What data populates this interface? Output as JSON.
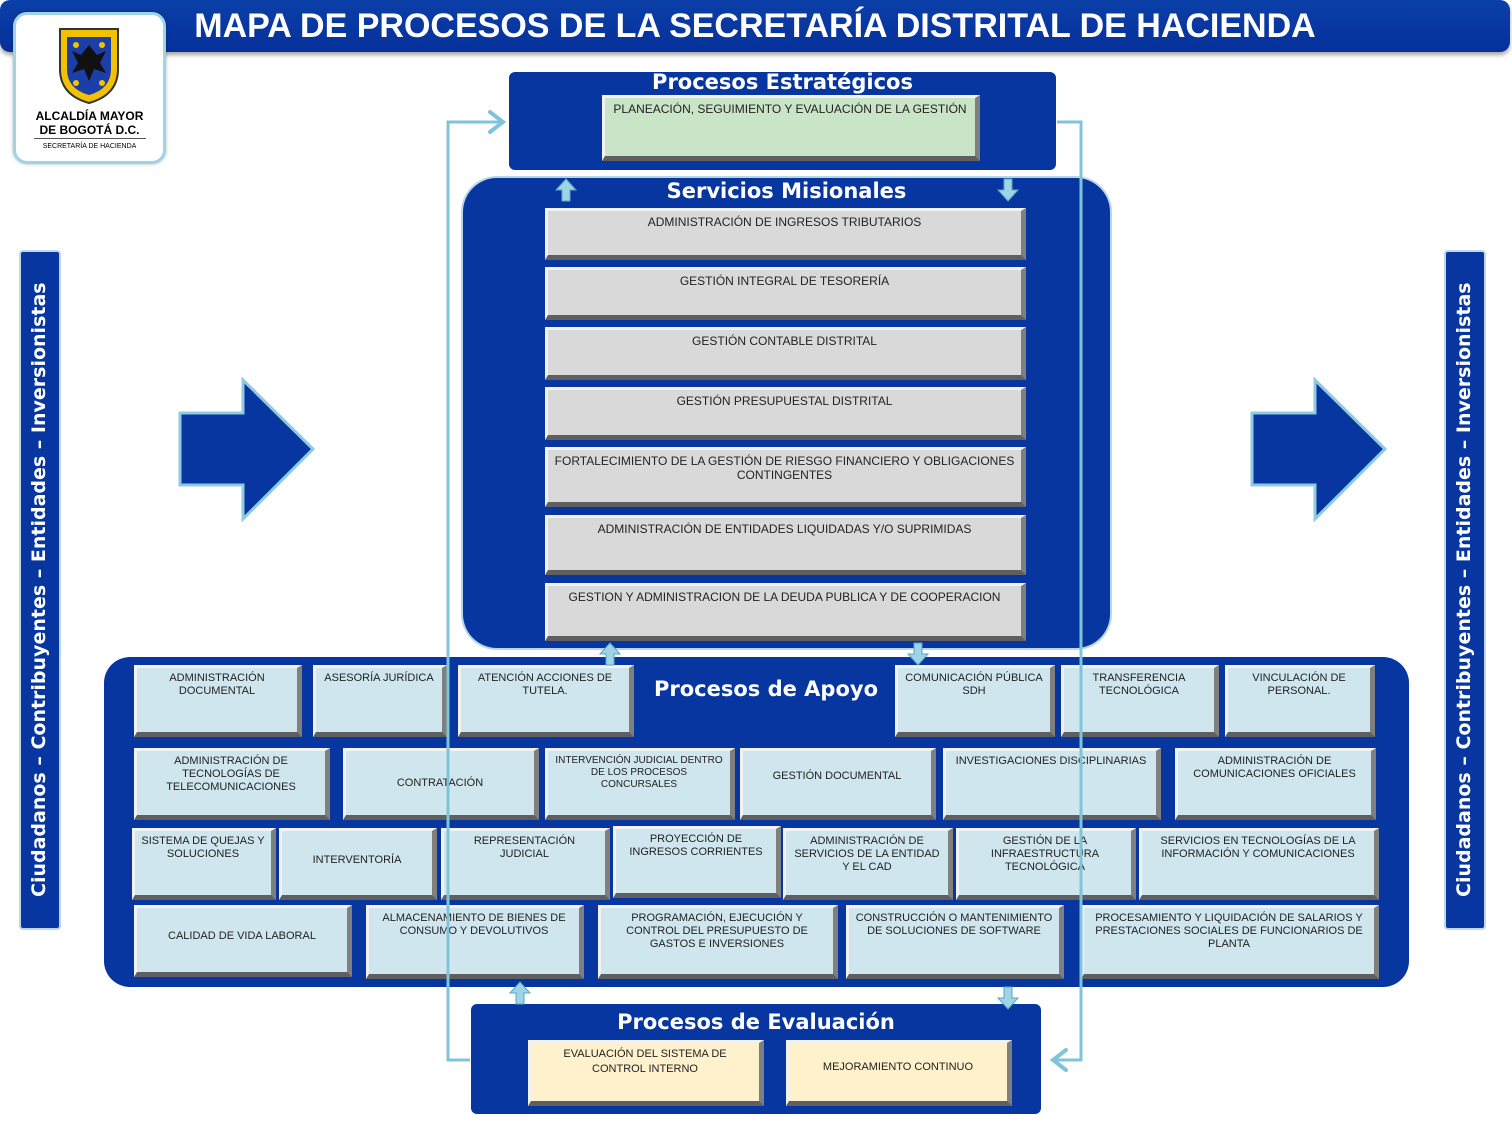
{
  "title": "MAPA DE PROCESOS DE LA SECRETARÍA DISTRITAL DE HACIENDA",
  "logo": {
    "line1": "ALCALDÍA MAYOR",
    "line2": "DE BOGOTÁ D.C.",
    "line3": "SECRETARÍA DE HACIENDA"
  },
  "side_labels": {
    "left": "Ciudadanos – Contribuyentes – Entidades – Inversionistas",
    "right": "Ciudadanos – Contribuyentes – Entidades – Inversionistas"
  },
  "estrategicos": {
    "title": "Procesos Estratégicos",
    "items": [
      "PLANEACIÓN, SEGUIMIENTO Y EVALUACIÓN DE LA GESTIÓN"
    ]
  },
  "misionales": {
    "title": "Servicios Misionales",
    "items": [
      "ADMINISTRACIÓN DE INGRESOS TRIBUTARIOS",
      "GESTIÓN INTEGRAL DE TESORERÍA",
      "GESTIÓN CONTABLE DISTRITAL",
      "GESTIÓN PRESUPUESTAL DISTRITAL",
      "FORTALECIMIENTO DE LA GESTIÓN DE RIESGO FINANCIERO Y OBLIGACIONES CONTINGENTES",
      "ADMINISTRACIÓN DE ENTIDADES LIQUIDADAS Y/O SUPRIMIDAS",
      "GESTION Y ADMINISTRACION DE LA DEUDA PUBLICA Y DE COOPERACION"
    ]
  },
  "apoyo": {
    "title": "Procesos de Apoyo",
    "items": [
      "ADMINISTRACIÓN DOCUMENTAL",
      "ASESORÍA JURÍDICA",
      "ATENCIÓN ACCIONES DE TUTELA.",
      "COMUNICACIÓN PÚBLICA SDH",
      "TRANSFERENCIA TECNOLÓGICA",
      "VINCULACIÓN DE PERSONAL.",
      "ADMINISTRACIÓN DE TECNOLOGÍAS DE TELECOMUNICACIONES",
      "CONTRATACIÓN",
      "INTERVENCIÓN JUDICIAL DENTRO DE LOS PROCESOS CONCURSALES",
      "GESTIÓN DOCUMENTAL",
      "INVESTIGACIONES DISCIPLINARIAS",
      "ADMINISTRACIÓN DE COMUNICACIONES OFICIALES",
      "SISTEMA DE QUEJAS Y SOLUCIONES",
      "INTERVENTORÍA",
      "REPRESENTACIÓN JUDICIAL",
      "PROYECCIÓN DE INGRESOS CORRIENTES",
      "ADMINISTRACIÓN DE SERVICIOS DE LA ENTIDAD Y EL CAD",
      "GESTIÓN DE LA INFRAESTRUCTURA TECNOLÓGICA",
      "SERVICIOS EN TECNOLOGÍAS DE LA INFORMACIÓN Y COMUNICACIONES",
      "CALIDAD DE VIDA LABORAL",
      "ALMACENAMIENTO DE BIENES DE CONSUMO Y DEVOLUTIVOS",
      "PROGRAMACIÓN, EJECUCIÓN Y CONTROL DEL PRESUPUESTO DE GASTOS E INVERSIONES",
      "CONSTRUCCIÓN O MANTENIMIENTO DE SOLUCIONES DE SOFTWARE",
      "PROCESAMIENTO Y LIQUIDACIÓN DE SALARIOS Y PRESTACIONES SOCIALES DE FUNCIONARIOS DE PLANTA"
    ]
  },
  "evaluacion": {
    "title": "Procesos de Evaluación",
    "items": [
      "EVALUACIÓN DEL SISTEMA DE CONTROL INTERNO",
      "MEJORAMIENTO CONTINUO"
    ]
  },
  "colors": {
    "panel": "#0836a0",
    "box": "#d9d9d9",
    "support_box": "#cfe6ef",
    "strategic_box": "#c9e4c6",
    "evaluation_box": "#fff1cc",
    "connector": "#7fc4d8"
  }
}
